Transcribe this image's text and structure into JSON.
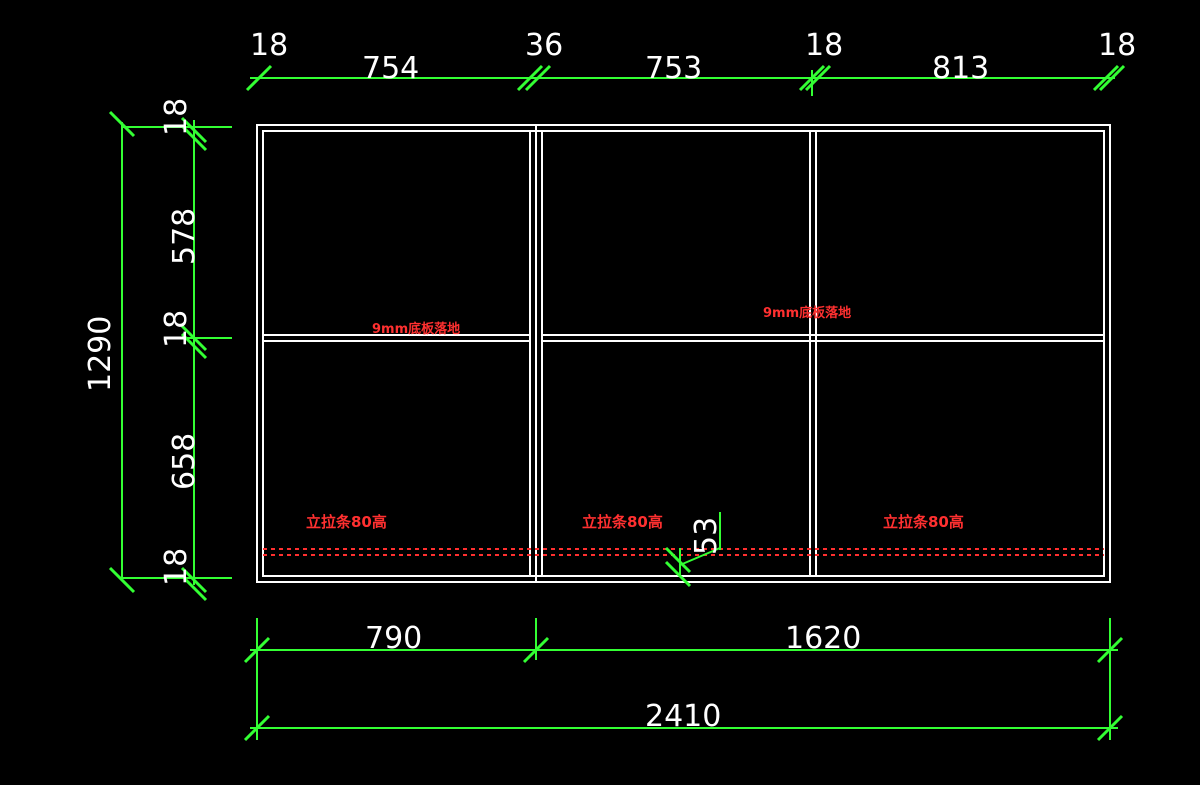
{
  "top_dimensions": [
    "18",
    "754",
    "36",
    "753",
    "18",
    "813",
    "18"
  ],
  "left_dimensions": [
    "18",
    "578",
    "18",
    "658",
    "18"
  ],
  "left_total": "1290",
  "bottom_dimensions": [
    "790",
    "1620"
  ],
  "bottom_total": "2410",
  "inner_dimension": "53",
  "notes": {
    "board_left": "9mm底板落地",
    "board_right": "9mm底板落地",
    "strip_1": "立拉条80高",
    "strip_2": "立拉条80高",
    "strip_3": "立拉条80高"
  },
  "colors": {
    "background": "#000000",
    "dimension_line": "#33ff33",
    "frame": "#ffffff",
    "annotation": "#ff3030"
  }
}
